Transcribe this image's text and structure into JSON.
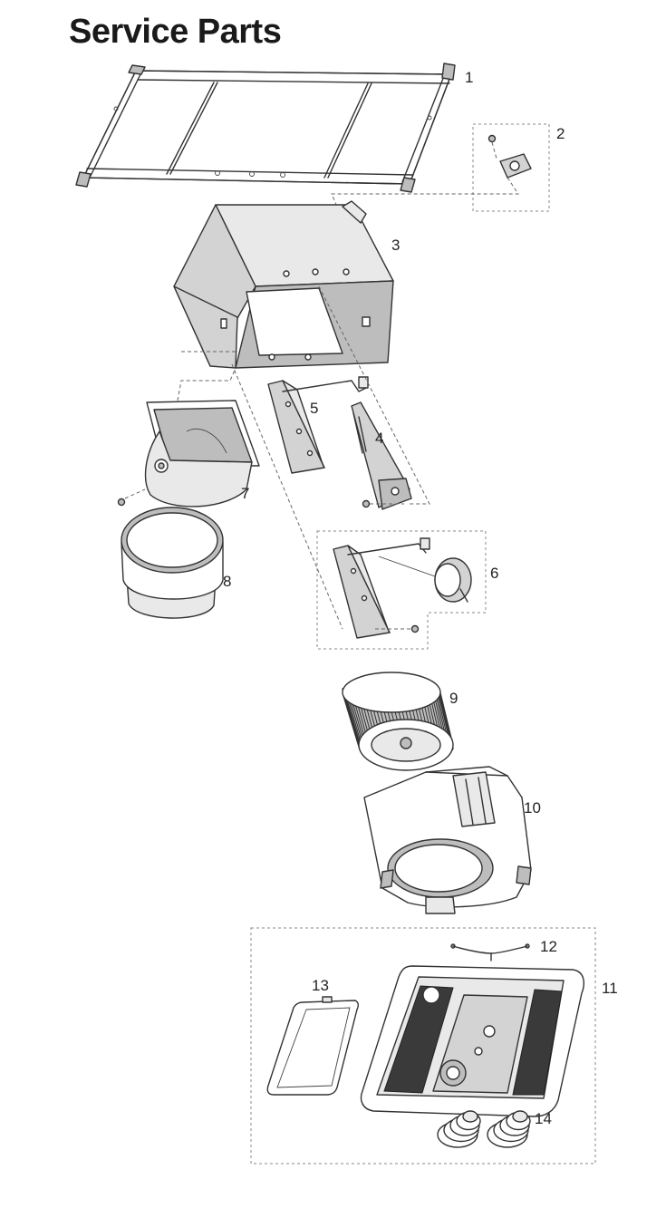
{
  "title": "Service Parts",
  "parts": [
    {
      "id": "part-1",
      "label": "1"
    },
    {
      "id": "part-2",
      "label": "2"
    },
    {
      "id": "part-3",
      "label": "3"
    },
    {
      "id": "part-4",
      "label": "4"
    },
    {
      "id": "part-5",
      "label": "5"
    },
    {
      "id": "part-6",
      "label": "6"
    },
    {
      "id": "part-7",
      "label": "7"
    },
    {
      "id": "part-8",
      "label": "8"
    },
    {
      "id": "part-9",
      "label": "9"
    },
    {
      "id": "part-10",
      "label": "10"
    },
    {
      "id": "part-11",
      "label": "11"
    },
    {
      "id": "part-12",
      "label": "12"
    },
    {
      "id": "part-13",
      "label": "13"
    },
    {
      "id": "part-14",
      "label": "14"
    }
  ],
  "colors": {
    "line": "#333333",
    "fill_light": "#e9e9e9",
    "fill_dark": "#bdbdbd",
    "grille": "#3a3a3a"
  }
}
